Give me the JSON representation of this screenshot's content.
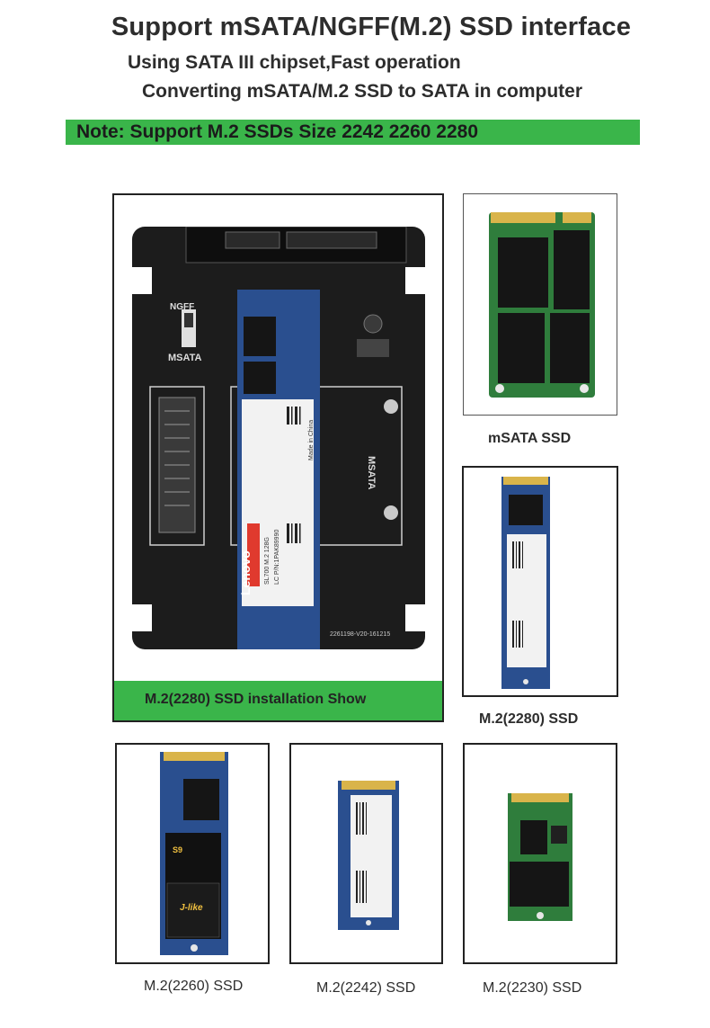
{
  "header": {
    "title": "Support  mSATA/NGFF(M.2)  SSD interface",
    "line2": "Using SATA III chipset,Fast operation",
    "line3": "Converting mSATA/M.2 SSD to SATA in computer"
  },
  "note": "Note: Support M.2 SSDs Size 2242  2260  2280",
  "installation": {
    "caption": "M.2(2280) SSD installation Show",
    "board_labels": {
      "ngff": "NGFF",
      "msata": "MSATA",
      "msata_vertical": "MSATA",
      "brand": "Lenovo",
      "model": "SL700 M.2 128G",
      "pn": "LC P/N:1PAK89990",
      "made_in": "Made in China",
      "board_code": "2261198-V20-161215"
    }
  },
  "ssds": [
    {
      "caption": "mSATA SSD"
    },
    {
      "caption": "M.2(2280) SSD"
    },
    {
      "caption": "M.2(2260) SSD",
      "brand": "J-like",
      "model": "S9"
    },
    {
      "caption": "M.2(2242) SSD"
    },
    {
      "caption": "M.2(2230) SSD"
    }
  ],
  "colors": {
    "accent_green": "#3ab54a",
    "pcb_green": "#2f7d3c",
    "pcb_blue": "#2a4f8f",
    "board_black": "#1c1c1c",
    "gold": "#d9b44a"
  }
}
